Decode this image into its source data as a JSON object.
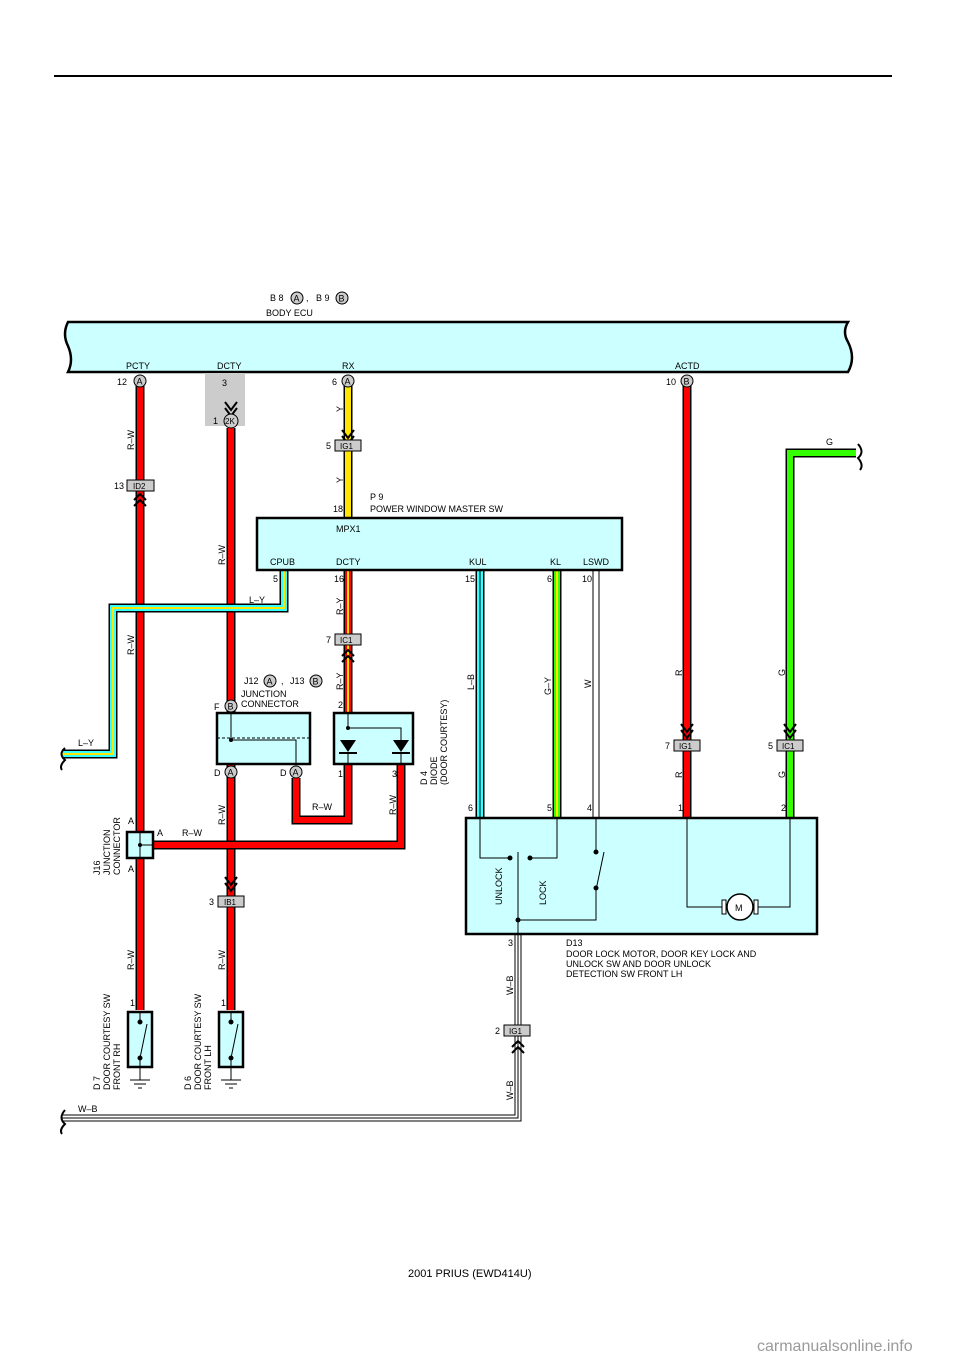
{
  "header": {
    "ecu_ref_1": "B 8",
    "ecu_ref_1_badge": "A",
    "ecu_sep": ",",
    "ecu_ref_2": "B 9",
    "ecu_ref_2_badge": "B",
    "ecu_name": "BODY ECU"
  },
  "ecu_pins": {
    "pcty": "PCTY",
    "dcty": "DCTY",
    "rx": "RX",
    "actd": "ACTD",
    "pcty_num": "12",
    "pcty_badge": "A",
    "dcty_num": "3",
    "rx_num": "6",
    "rx_badge": "A",
    "actd_num": "10",
    "actd_badge": "B"
  },
  "connectors": {
    "c2k_num": "1",
    "c2k": "2K",
    "ig1_a_num": "5",
    "ig1_a": "IG1",
    "id2_num": "13",
    "id2": "ID2",
    "ic1_a_num": "7",
    "ic1_a": "IC1",
    "ig1_b_num": "7",
    "ig1_b": "IG1",
    "ic1_b_num": "5",
    "ic1_b": "IC1",
    "ib1_num": "3",
    "ib1": "IB1",
    "ig1_c_num": "2",
    "ig1_c": "IG1"
  },
  "wires": {
    "rw": "R–W",
    "y": "Y",
    "ly": "L–Y",
    "ry": "R–Y",
    "lb": "L–B",
    "gy": "G–Y",
    "w": "W",
    "r": "R",
    "g": "G",
    "wb": "W–B"
  },
  "p9": {
    "name": "P 9",
    "desc": "POWER WINDOW MASTER SW",
    "mpx1": "MPX1",
    "pin18": "18",
    "cpub": "CPUB",
    "dcty": "DCTY",
    "kul": "KUL",
    "kl": "KL",
    "lswd": "LSWD",
    "n5": "5",
    "n16": "16",
    "n15": "15",
    "n6": "6",
    "n10": "10"
  },
  "junction": {
    "j12": "J12",
    "j12_badge": "A",
    "sep": ",",
    "j13": "J13",
    "j13_badge": "B",
    "line1": "JUNCTION",
    "line2": "CONNECTOR",
    "f": "F",
    "f_badge": "B",
    "d1": "D",
    "d1_badge": "A",
    "d2": "D",
    "d2_badge": "A"
  },
  "diode": {
    "pin2": "2",
    "pin1": "1",
    "pin3": "3",
    "line1": "D 4",
    "line2": "DIODE",
    "line3": "(DOOR COURTESY)"
  },
  "j16": {
    "line1": "J16",
    "line2": "JUNCTION",
    "line3": "CONNECTOR",
    "a_top": "A",
    "a_right": "A",
    "a_bottom": "A"
  },
  "d13": {
    "pin6": "6",
    "pin5": "5",
    "pin4": "4",
    "pin1": "1",
    "pin2": "2",
    "pin3": "3",
    "unlock": "UNLOCK",
    "lock": "LOCK",
    "motor": "M",
    "name": "D13",
    "desc1": "DOOR LOCK MOTOR,  DOOR KEY LOCK AND",
    "desc2": "UNLOCK SW AND DOOR UNLOCK",
    "desc3": "DETECTION SW FRONT LH"
  },
  "d7": {
    "pin": "1",
    "line1": "D 7",
    "line2": "DOOR COURTESY SW",
    "line3": "FRONT RH"
  },
  "d6": {
    "pin": "1",
    "line1": "D 6",
    "line2": "DOOR COURTESY SW",
    "line3": "FRONT LH"
  },
  "footer": {
    "model": "2001 PRIUS (EWD414U)",
    "watermark": "carmanualsonline.info"
  },
  "colors": {
    "red": "#ff0000",
    "yellow": "#ffe600",
    "green": "#33ff00",
    "cyan": "#33ffff",
    "box_fill": "#ccffff",
    "gray_bg": "#cccccc"
  }
}
